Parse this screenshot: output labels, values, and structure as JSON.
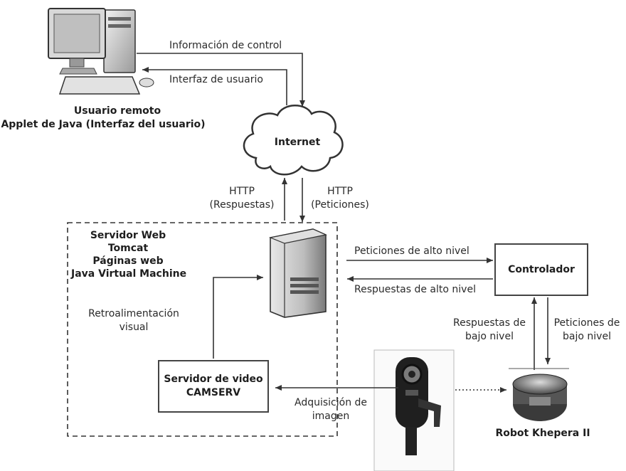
{
  "top_arrows": {
    "control_info": "Información de control",
    "user_interface": "Interfaz de usuario"
  },
  "remote_user": {
    "line1": "Usuario remoto",
    "line2": "Applet de Java (Interfaz del usuario)"
  },
  "internet": {
    "label": "Internet"
  },
  "http_responses": {
    "line1": "HTTP",
    "line2": "(Respuestas)"
  },
  "http_requests": {
    "line1": "HTTP",
    "line2": "(Peticiones)"
  },
  "server_info": {
    "line1": "Servidor Web",
    "line2": "Tomcat",
    "line3": "Páginas web",
    "line4": "Java Virtual Machine"
  },
  "visual_feedback": {
    "line1": "Retroalimentación",
    "line2": "visual"
  },
  "high_level": {
    "requests": "Peticiones de alto nivel",
    "responses": "Respuestas de alto nivel"
  },
  "controller": {
    "label": "Controlador"
  },
  "low_level": {
    "responses_line1": "Respuestas de",
    "responses_line2": "bajo nivel",
    "requests_line1": "Peticiones de",
    "requests_line2": "bajo nivel"
  },
  "video_server": {
    "line1": "Servidor de video",
    "line2": "CAMSERV"
  },
  "image_acquisition": {
    "line1": "Adquisición de",
    "line2": "imagen"
  },
  "robot": {
    "label": "Robot Khepera II"
  }
}
